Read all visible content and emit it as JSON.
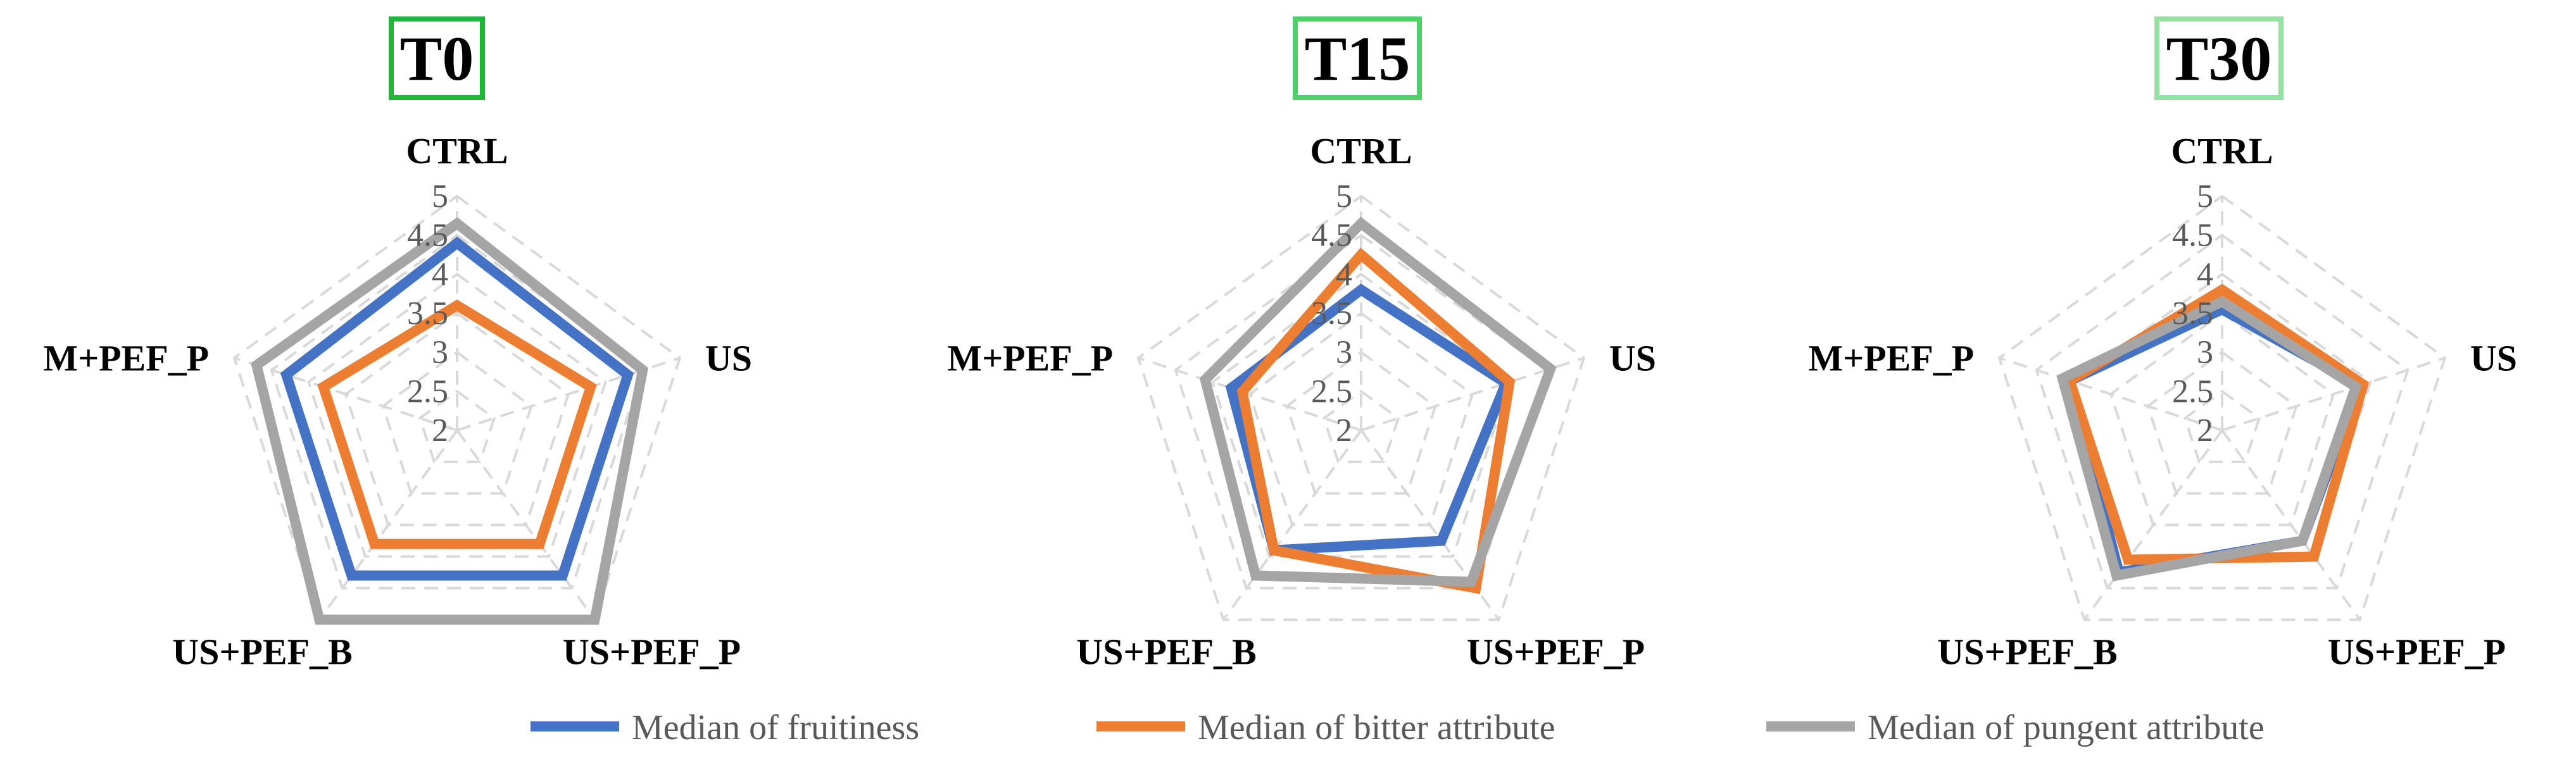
{
  "chart_data": [
    {
      "type": "radar",
      "title": "T0",
      "title_box_color": "#1db83a",
      "axes": [
        "CTRL",
        "US",
        "US+PEF_P",
        "US+PEF_B",
        "M+PEF_P"
      ],
      "rlim": [
        2,
        5
      ],
      "ticks": [
        "2",
        "2.5",
        "3",
        "3.5",
        "4",
        "4.5",
        "5"
      ],
      "series": [
        {
          "name": "Median of fruitiness",
          "color": "#4472c4",
          "values": [
            4.4,
            4.3,
            4.3,
            4.3,
            4.3
          ]
        },
        {
          "name": "Median of bitter attribute",
          "color": "#ed7d31",
          "values": [
            3.6,
            3.8,
            3.8,
            3.8,
            3.8
          ]
        },
        {
          "name": "Median of pungent attribute",
          "color": "#a5a5a5",
          "values": [
            4.65,
            4.5,
            5.0,
            5.0,
            4.7
          ]
        }
      ]
    },
    {
      "type": "radar",
      "title": "T15",
      "title_box_color": "#4cd068",
      "axes": [
        "CTRL",
        "US",
        "US+PEF_P",
        "US+PEF_B",
        "M+PEF_P"
      ],
      "rlim": [
        2,
        5
      ],
      "ticks": [
        "2",
        "2.5",
        "3",
        "3.5",
        "4",
        "4.5",
        "5"
      ],
      "series": [
        {
          "name": "Median of fruitiness",
          "color": "#4472c4",
          "values": [
            3.8,
            3.95,
            3.75,
            3.9,
            3.75
          ]
        },
        {
          "name": "Median of bitter attribute",
          "color": "#ed7d31",
          "values": [
            4.25,
            4.0,
            4.5,
            3.9,
            3.6
          ]
        },
        {
          "name": "Median of pungent attribute",
          "color": "#a5a5a5",
          "values": [
            4.65,
            4.55,
            4.4,
            4.3,
            4.1
          ]
        }
      ]
    },
    {
      "type": "radar",
      "title": "T30",
      "title_box_color": "#93e2a4",
      "axes": [
        "CTRL",
        "US",
        "US+PEF_P",
        "US+PEF_B",
        "M+PEF_P"
      ],
      "rlim": [
        2,
        5
      ],
      "ticks": [
        "2",
        "2.5",
        "3",
        "3.5",
        "4",
        "4.5",
        "5"
      ],
      "series": [
        {
          "name": "Median of fruitiness",
          "color": "#4472c4",
          "values": [
            3.55,
            3.85,
            3.75,
            4.25,
            4.05
          ]
        },
        {
          "name": "Median of bitter attribute",
          "color": "#ed7d31",
          "values": [
            3.8,
            3.9,
            4.0,
            4.05,
            4.05
          ]
        },
        {
          "name": "Median of pungent attribute",
          "color": "#a5a5a5",
          "values": [
            3.65,
            3.8,
            3.75,
            4.3,
            4.15
          ]
        }
      ]
    }
  ],
  "legend": {
    "placement": "bottom",
    "items": [
      {
        "label": "Median of fruitiness",
        "color": "#4472c4"
      },
      {
        "label": "Median of bitter attribute",
        "color": "#ed7d31"
      },
      {
        "label": "Median of pungent attribute",
        "color": "#a5a5a5"
      }
    ]
  }
}
